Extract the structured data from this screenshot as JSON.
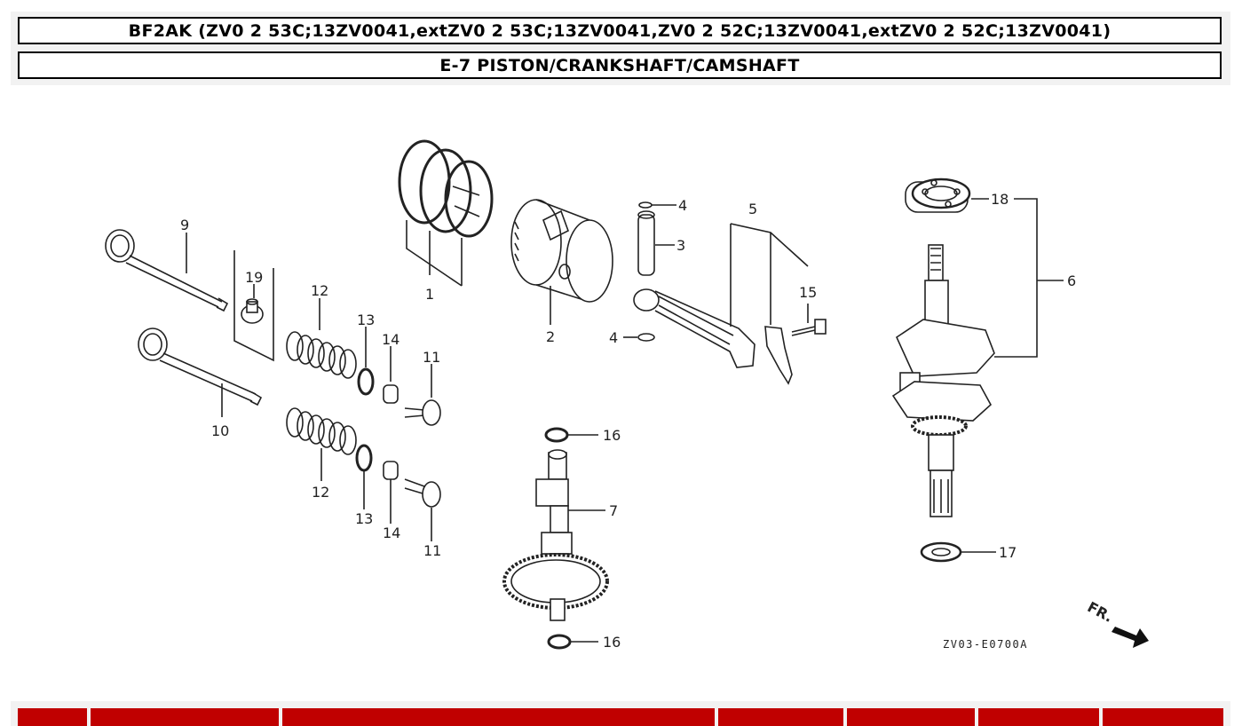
{
  "header": {
    "model_title": "BF2AK (ZV0 2 53C;13ZV0041,extZV0 2 53C;13ZV0041,ZV0 2 52C;13ZV0041,extZV0 2 52C;13ZV0041)",
    "section_title": "E-7 PISTON/CRANKSHAFT/CAMSHAFT"
  },
  "diagram": {
    "callouts": {
      "c1": "1",
      "c2": "2",
      "c3": "3",
      "c4a": "4",
      "c4b": "4",
      "c5": "5",
      "c6": "6",
      "c7": "7",
      "c9": "9",
      "c10": "10",
      "c11a": "11",
      "c11b": "11",
      "c12a": "12",
      "c12b": "12",
      "c13a": "13",
      "c13b": "13",
      "c14a": "14",
      "c14b": "14",
      "c15": "15",
      "c16a": "16",
      "c16b": "16",
      "c17": "17",
      "c18": "18",
      "c19": "19"
    },
    "drawing_code": "ZV03-E0700A",
    "direction_label": "FR."
  },
  "parts_table": {
    "columns": [
      "",
      "",
      "",
      "",
      "",
      "",
      ""
    ]
  },
  "colors": {
    "header_bg": "#f2f2f2",
    "table_header": "#c00000",
    "line": "#222222"
  }
}
